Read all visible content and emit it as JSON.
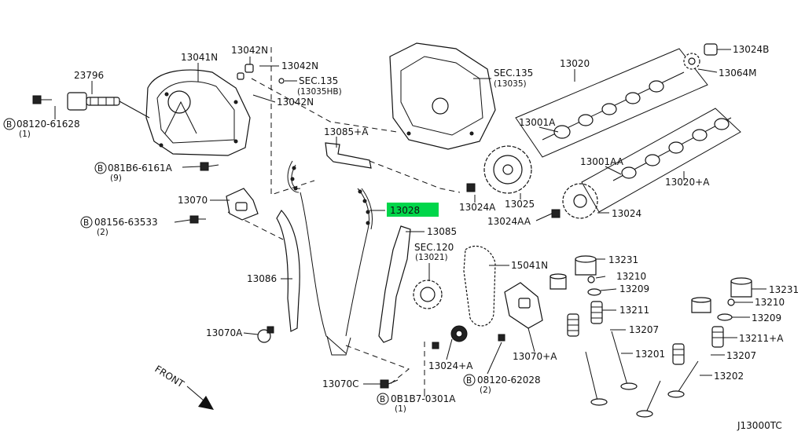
{
  "diagram_code": "J13000TC",
  "front_label": "FRONT",
  "highlighted_part": "13028",
  "callouts": [
    {
      "id": "c23796",
      "text": "23796"
    },
    {
      "id": "c08120_61628",
      "text": "08120-61628",
      "qty": "(1)"
    },
    {
      "id": "c13041N",
      "text": "13041N"
    },
    {
      "id": "c13042N_a",
      "text": "13042N"
    },
    {
      "id": "c13042N_b",
      "text": "13042N"
    },
    {
      "id": "c13042N_c",
      "text": "13042N"
    },
    {
      "id": "csec135b",
      "text": "SEC.135",
      "sub": "(13035HB)"
    },
    {
      "id": "c081B6_6161A",
      "text": "081B6-6161A",
      "qty": "(9)"
    },
    {
      "id": "c13070",
      "text": "13070"
    },
    {
      "id": "c08156_63533",
      "text": "08156-63533",
      "qty": "(2)"
    },
    {
      "id": "c13086",
      "text": "13086"
    },
    {
      "id": "c13070A",
      "text": "13070A"
    },
    {
      "id": "c13085A",
      "text": "13085+A"
    },
    {
      "id": "c13028",
      "text": "13028"
    },
    {
      "id": "c13085",
      "text": "13085"
    },
    {
      "id": "csec120",
      "text": "SEC.120",
      "sub": "(13021)"
    },
    {
      "id": "c15041N",
      "text": "15041N"
    },
    {
      "id": "c13024A_bot",
      "text": "13024+A"
    },
    {
      "id": "c13070C",
      "text": "13070C"
    },
    {
      "id": "c0B1B7_0301A",
      "text": "0B1B7-0301A",
      "qty": "(1)"
    },
    {
      "id": "c08120_62028",
      "text": "08120-62028",
      "qty": "(2)"
    },
    {
      "id": "c13070pA",
      "text": "13070+A"
    },
    {
      "id": "csec135",
      "text": "SEC.135",
      "sub": "(13035)"
    },
    {
      "id": "c13020",
      "text": "13020"
    },
    {
      "id": "c13024B",
      "text": "13024B"
    },
    {
      "id": "c13064M",
      "text": "13064M"
    },
    {
      "id": "c13001A",
      "text": "13001A"
    },
    {
      "id": "c13001AA",
      "text": "13001AA"
    },
    {
      "id": "c13020pA",
      "text": "13020+A"
    },
    {
      "id": "c13024A_mid",
      "text": "13024A"
    },
    {
      "id": "c13025",
      "text": "13025"
    },
    {
      "id": "c13024AA",
      "text": "13024AA"
    },
    {
      "id": "c13024",
      "text": "13024"
    },
    {
      "id": "c13231_a",
      "text": "13231"
    },
    {
      "id": "c13210_a",
      "text": "13210"
    },
    {
      "id": "c13209_a",
      "text": "13209"
    },
    {
      "id": "c13211_a",
      "text": "13211"
    },
    {
      "id": "c13207_a",
      "text": "13207"
    },
    {
      "id": "c13201",
      "text": "13201"
    },
    {
      "id": "c13231_b",
      "text": "13231"
    },
    {
      "id": "c13210_b",
      "text": "13210"
    },
    {
      "id": "c13209_b",
      "text": "13209"
    },
    {
      "id": "c13211A",
      "text": "13211+A"
    },
    {
      "id": "c13207_b",
      "text": "13207"
    },
    {
      "id": "c13202",
      "text": "13202"
    }
  ]
}
